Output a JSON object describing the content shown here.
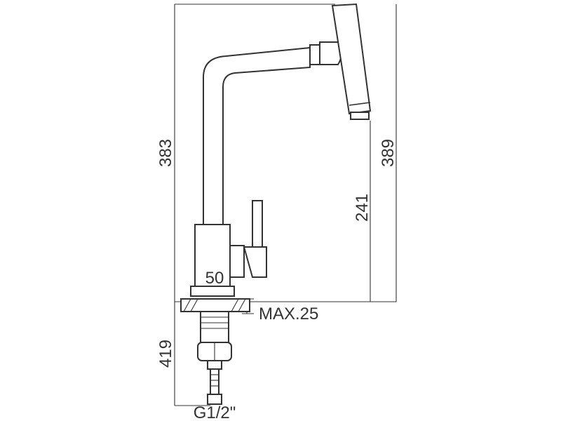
{
  "dimensions": {
    "total_height": "383",
    "spout_height": "389",
    "outlet_height": "241",
    "base_diameter": "50",
    "max_thickness": "MAX.25",
    "below_length": "419",
    "thread": "G1/2\""
  },
  "colors": {
    "stroke": "#333333",
    "background": "#ffffff"
  }
}
